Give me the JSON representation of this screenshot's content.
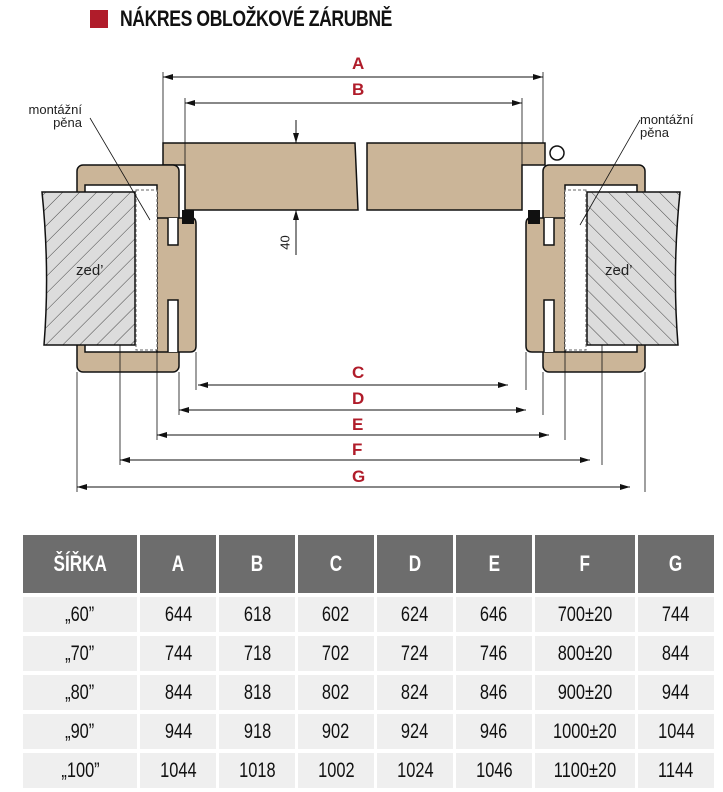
{
  "title": "NÁKRES OBLOŽKOVÉ ZÁRUBNĚ",
  "colors": {
    "accent": "#b01c2a",
    "wood": "#cbb598",
    "header": "#6d6d6d"
  },
  "diagram": {
    "foam_left": [
      "montážní",
      "pěna"
    ],
    "foam_right": [
      "montážní",
      "pěna"
    ],
    "wall": "zed’",
    "thickness": "40",
    "dims": [
      "A",
      "B",
      "C",
      "D",
      "E",
      "F",
      "G"
    ]
  },
  "table": {
    "headers": [
      "ŠÍŘKA",
      "A",
      "B",
      "C",
      "D",
      "E",
      "F",
      "G"
    ],
    "rows": [
      [
        "„60”",
        "644",
        "618",
        "602",
        "624",
        "646",
        "700±20",
        "744"
      ],
      [
        "„70”",
        "744",
        "718",
        "702",
        "724",
        "746",
        "800±20",
        "844"
      ],
      [
        "„80”",
        "844",
        "818",
        "802",
        "824",
        "846",
        "900±20",
        "944"
      ],
      [
        "„90”",
        "944",
        "918",
        "902",
        "924",
        "946",
        "1000±20",
        "1044"
      ],
      [
        "„100”",
        "1044",
        "1018",
        "1002",
        "1024",
        "1046",
        "1100±20",
        "1144"
      ]
    ]
  }
}
